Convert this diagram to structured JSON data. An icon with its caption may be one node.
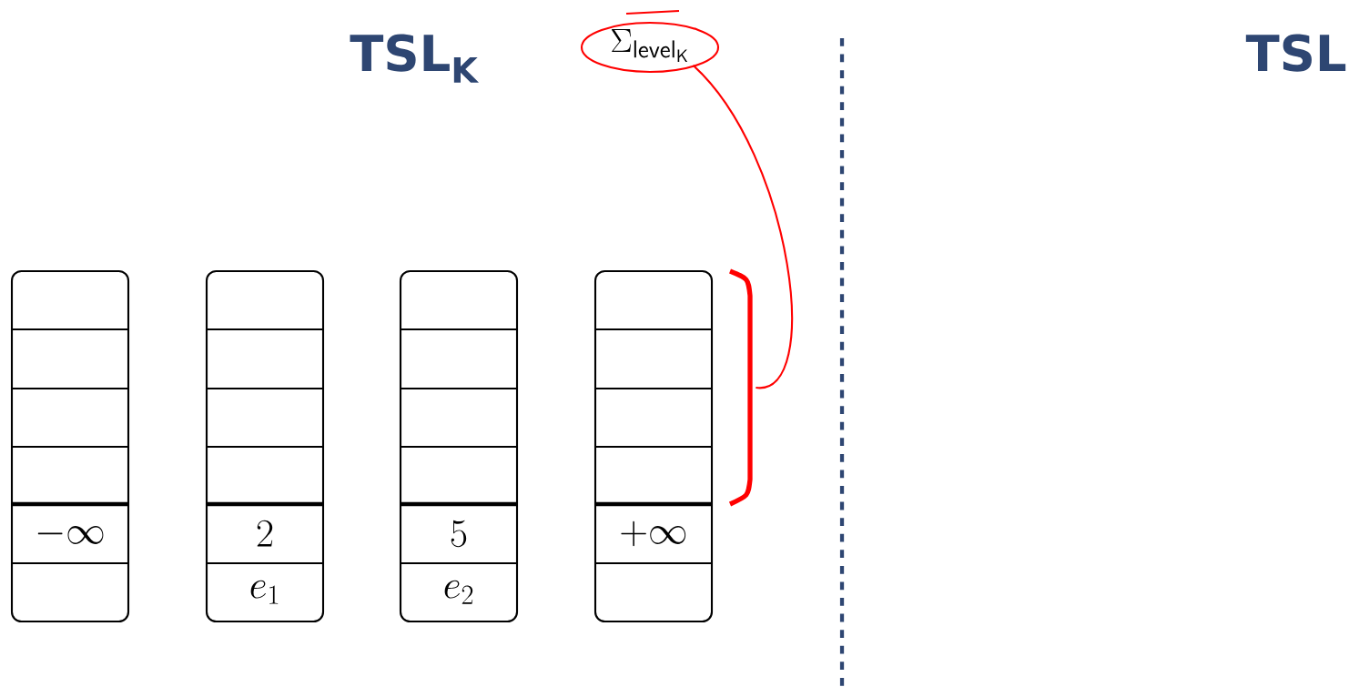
{
  "diagram": {
    "title": "TSL$_{K}$",
    "nodes": [
      {
        "text": [
          "-\\infty"
        ]
      },
      {
        "text": [
          "2",
          "e_1"
        ]
      },
      {
        "text": [
          "5",
          "e_2"
        ]
      },
      {
        "text": [
          "+\\infty"
        ]
      },
      {
        "text": [
          "\\Sigma_{\\mathsf{level}_{\\mathsf{K}}}"
        ]
      },
      {
        "text": [],
        "shape": "bracket"
      }
    ],
    "edges": [
      {
        "from": 4,
        "to": 5,
        "arrow": "none"
      }
    ],
    "labels": [
      "TSL"
    ]
  }
}
